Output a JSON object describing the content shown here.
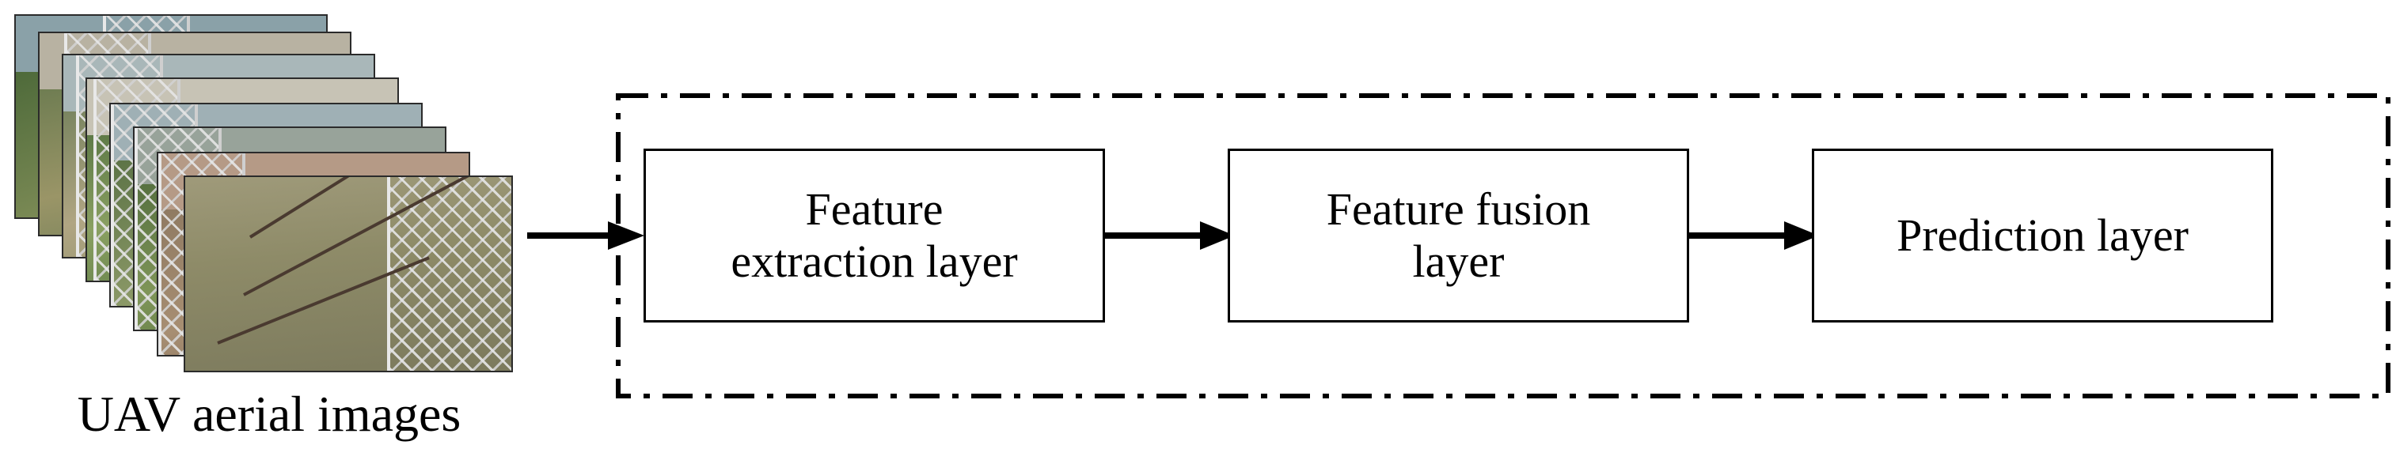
{
  "input": {
    "caption": "UAV aerial images",
    "thumbnail_count": 8
  },
  "pipeline": {
    "steps": [
      {
        "label": "Feature\nextraction layer"
      },
      {
        "label": "Feature fusion\nlayer"
      },
      {
        "label": "Prediction layer"
      }
    ]
  },
  "colors": {
    "stroke": "#000000",
    "background": "#ffffff"
  }
}
